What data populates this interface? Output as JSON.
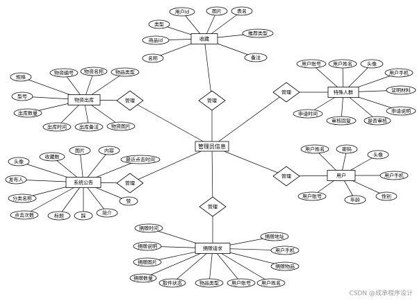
{
  "center": "管理员信息",
  "relationship_label": "管理",
  "entities": {
    "favorites": {
      "label": "收藏",
      "attributes": [
        "用户id",
        "图片",
        "表名",
        "推荐类型",
        "备注",
        "名称",
        "商品id",
        "类型"
      ]
    },
    "special_group": {
      "label": "特殊人群",
      "attributes": [
        "用户账号",
        "用户姓名",
        "头像",
        "用户手机",
        "证明材料",
        "申请说明",
        "是否审核",
        "审核回复",
        "申请时间"
      ]
    },
    "user": {
      "label": "用户",
      "attributes": [
        "用户姓名",
        "密码",
        "头像",
        "用户手机",
        "性别",
        "年龄",
        "用户账号"
      ]
    },
    "donation_request": {
      "label": "捐赠请求",
      "attributes": [
        "捐赠时间",
        "捐赠说明",
        "捐赠图片",
        "捐赠数量",
        "取件状态",
        "物品类型",
        "用户账号",
        "用户姓名",
        "捐赠物品",
        "用户手机",
        "捐赠地址"
      ]
    },
    "announcement": {
      "label": "系统公告",
      "attributes": [
        "头像",
        "收藏数",
        "图片",
        "内容",
        "最近点击时间",
        "赞",
        "简介",
        "踩",
        "标题",
        "点击次数",
        "分类名称",
        "发布人"
      ]
    },
    "warehouse": {
      "label": "物资出库",
      "attributes": [
        "物资编号",
        "物资名称",
        "物品类型",
        "物资图片",
        "出库备注",
        "出库时间",
        "出库数量",
        "型号",
        "规格"
      ]
    }
  },
  "watermark": "CSDN @成承程序设计"
}
